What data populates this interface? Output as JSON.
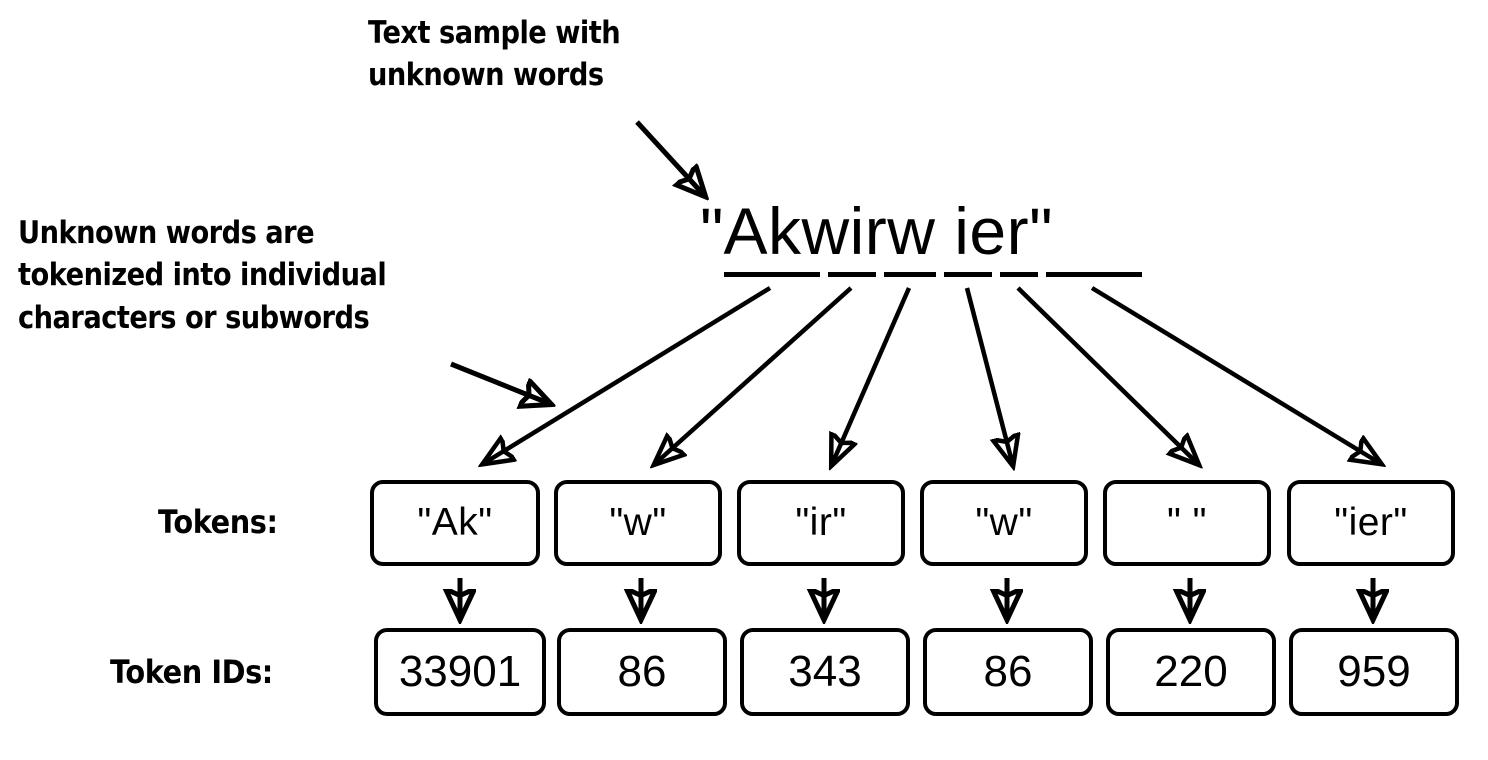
{
  "figure": {
    "title": "Tokenization of unknown words into subword tokens and token IDs",
    "background_color": "#ffffff",
    "ink_color": "#000000"
  },
  "annotations": {
    "top": "Text sample with\nunknown words",
    "left": "Unknown words are\ntokenized into individual\ncharacters or subwords"
  },
  "sample": {
    "open_quote": "\"",
    "close_quote": "\"",
    "full_text": "\"Akwirw ier\"",
    "inner_text": "Akwirw ier",
    "segments": [
      "Ak",
      "w",
      "ir",
      "w",
      " ",
      "ier"
    ]
  },
  "rows": {
    "tokens_label": "Tokens:",
    "ids_label": "Token IDs:"
  },
  "tokens": [
    {
      "token": "\"Ak\"",
      "id": "33901"
    },
    {
      "token": "\"w\"",
      "id": "86"
    },
    {
      "token": "\"ir\"",
      "id": "343"
    },
    {
      "token": "\"w\"",
      "id": "86"
    },
    {
      "token": "\" \"",
      "id": "220"
    },
    {
      "token": "\"ier\"",
      "id": "959"
    }
  ]
}
